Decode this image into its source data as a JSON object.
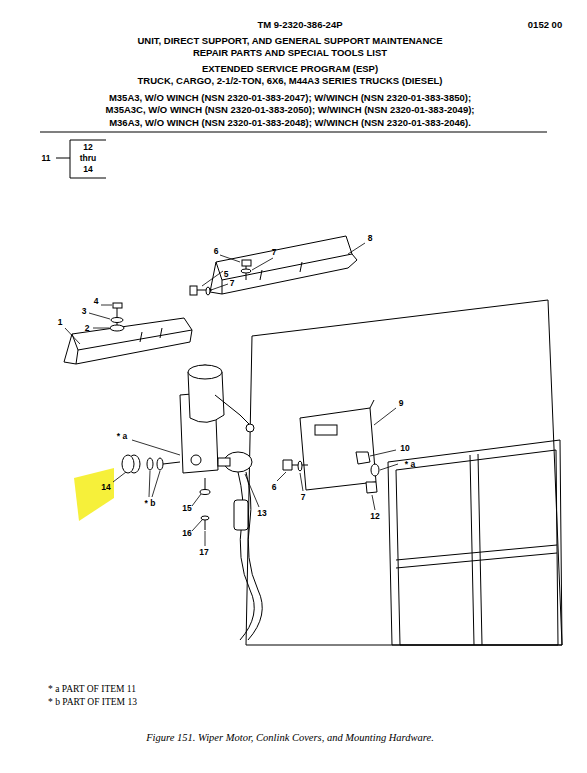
{
  "diagram": {
    "caption": "Figure 151. Wiper Motor, Conlink Covers, and Mounting Hardware.",
    "labels": [
      "TM 9-2320-386-24P",
      "0152 00",
      "UNIT, DIRECT SUPPORT, AND GENERAL SUPPORT MAINTENANCE",
      "REPAIR PARTS AND SPECIAL TOOLS LIST",
      "EXTENDED SERVICE PROGRAM (ESP)",
      "TRUCK, CARGO, 2-1/2-TON, 6X6, M44A3 SERIES TRUCKS (DIESEL)",
      "M35A3, W/O WINCH (NSN 2320-01-383-2047); W/WINCH (NSN 2320-01-383-3850);",
      "M35A3C, W/O WINCH (NSN 2320-01-383-2050); W/WINCH (NSN 2320-01-383-2049);",
      "M36A3, W/O WINCH (NSN 2320-01-383-2048); W/WINCH (NSN 2320-01-383-2046).",
      "11",
      "12",
      "thru",
      "14",
      "1",
      "2",
      "3",
      "4",
      "5",
      "6",
      "7",
      "7",
      "8",
      "9",
      "10",
      "* a",
      "* a",
      "12",
      "6",
      "7",
      "13",
      "14",
      "* b",
      "15",
      "16",
      "17",
      "* a PART OF ITEM 11",
      "* b PART OF ITEM 13"
    ]
  }
}
